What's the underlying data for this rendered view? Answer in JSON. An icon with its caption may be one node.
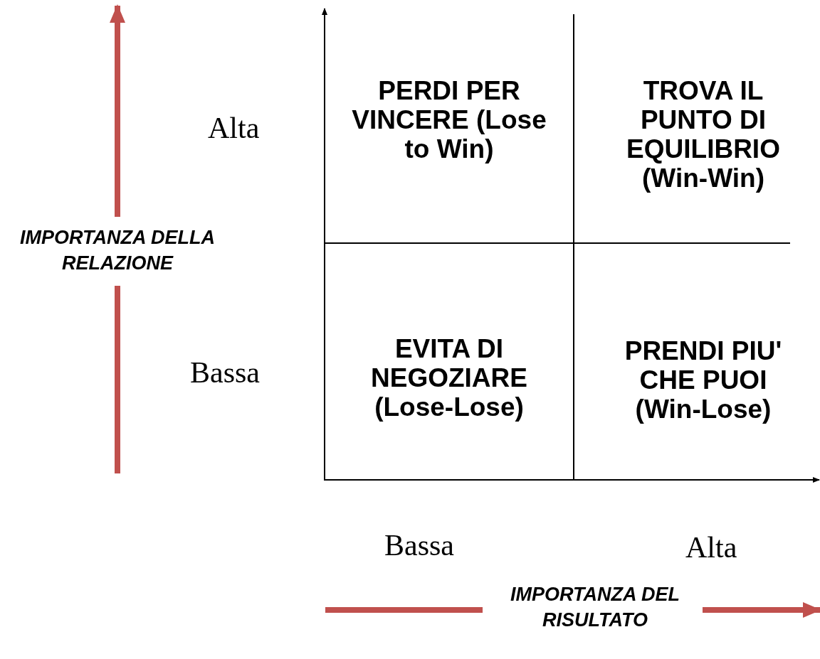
{
  "diagram": {
    "nodes": [
      {
        "text": [
          "PERDI PER VINCERE (Lose to Win)"
        ]
      },
      {
        "text": [
          "TROVA IL PUNTO DI EQUILIBRIO (Win-Win)"
        ]
      },
      {
        "text": [
          "EVITA DI NEGOZIARE (Lose-Lose)"
        ]
      },
      {
        "text": [
          "PRENDI PIU' CHE PUOI (Win-Lose)"
        ]
      }
    ],
    "edges": [],
    "labels": [
      "Alta",
      "IMPORTANZA DELLA RELAZIONE",
      "Bassa",
      "Bassa",
      "Alta",
      "IMPORTANZA DEL RISULTATO"
    ]
  }
}
